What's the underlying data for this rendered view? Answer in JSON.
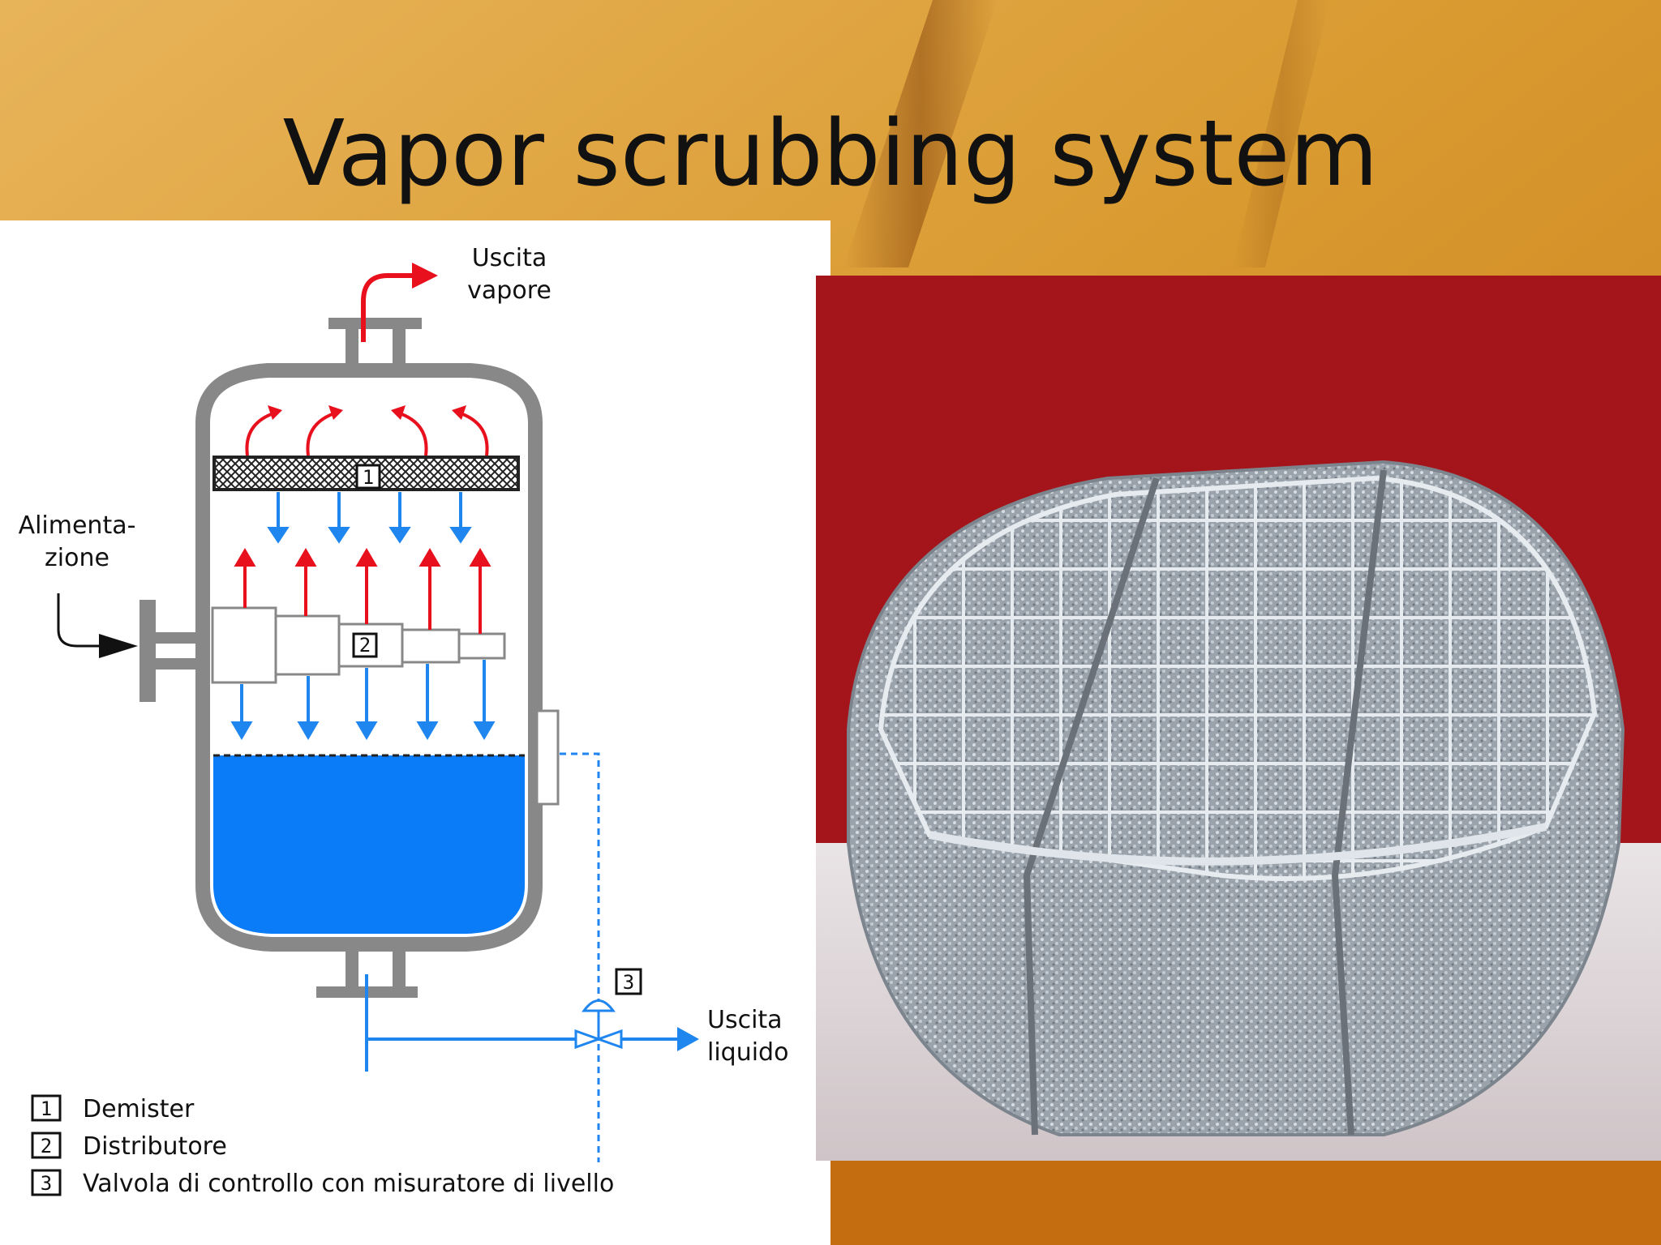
{
  "slide": {
    "title": "Vapor scrubbing system"
  },
  "diagram": {
    "labels": {
      "vapor_out_line1": "Uscita",
      "vapor_out_line2": "vapore",
      "feed_line1": "Alimenta-",
      "feed_line2": "zione",
      "liquid_out_line1": "Uscita",
      "liquid_out_line2": "liquido"
    },
    "markers": {
      "demister": "1",
      "distributor": "2",
      "valve": "3"
    },
    "legend": [
      {
        "num": "1",
        "text": "Demister"
      },
      {
        "num": "2",
        "text": "Distributore"
      },
      {
        "num": "3",
        "text": "Valvola di controllo con misuratore di livello"
      }
    ],
    "colors": {
      "vapor_arrow": "#e8101c",
      "liquid_arrow": "#1f86f0",
      "liquid_fill": "#0a7cf7",
      "vessel_wall": "#888888"
    }
  },
  "photo": {
    "subject": "mesh-pad-demister-photo",
    "colors": {
      "backdrop": "#a3151b",
      "mesh": "#b7bfc6"
    }
  }
}
